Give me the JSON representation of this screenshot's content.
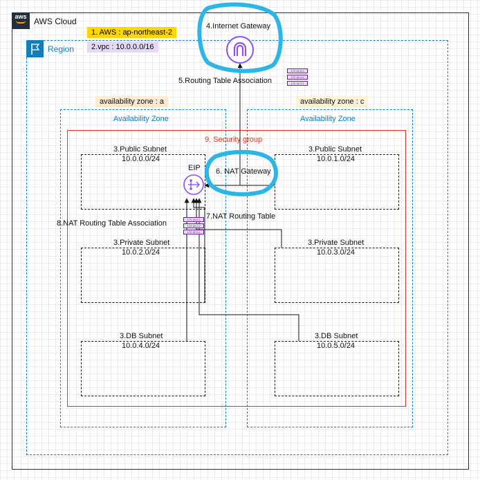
{
  "cloud": {
    "title": "AWS Cloud",
    "logo_text": "aws"
  },
  "tags": {
    "region_tag": "1. AWS : ap-northeast-2",
    "vpc_tag": "2.vpc : 10.0.0.0/16"
  },
  "region": {
    "title": "Region",
    "icon": "region-flag-icon"
  },
  "internet_gateway": {
    "label": "4.Internet Gateway",
    "icon": "internet-gateway-icon"
  },
  "routing_table_association": {
    "label": "5.Routing Table Association",
    "entries": [
      "172.16.0.0",
      "172.16.1.0",
      "172.16.2.0"
    ]
  },
  "zones": {
    "a": {
      "tag": "availability zone : a",
      "title": "Availability Zone"
    },
    "c": {
      "tag": "availability zone : c",
      "title": "Availability Zone"
    }
  },
  "security_group": {
    "title": "9. Security group"
  },
  "subnets": {
    "public_a": {
      "name": "3.Public Subnet",
      "cidr": "10.0.0.0/24"
    },
    "public_c": {
      "name": "3.Public Subnet",
      "cidr": "10.0.1.0/24"
    },
    "private_a": {
      "name": "3.Private Subnet",
      "cidr": "10.0.2.0/24"
    },
    "private_c": {
      "name": "3.Private Subnet",
      "cidr": "10.0.3.0/24"
    },
    "db_a": {
      "name": "3.DB Subnet",
      "cidr": "10.0.4.0/24"
    },
    "db_c": {
      "name": "3.DB Subnet",
      "cidr": "10.0.5.0/24"
    }
  },
  "eip": {
    "label": "EIP",
    "icon": "eip-icon"
  },
  "nat_gateway": {
    "label": "6. NAT Gateway"
  },
  "nat_routing_table": {
    "label": "7.NAT Routing Table",
    "entries": [
      "172.16.0.0",
      "172.16.1.0",
      "172.16.2.0"
    ]
  },
  "nat_routing_table_association": {
    "label": "8.NAT Routing Table Association"
  },
  "colors": {
    "aws_dark": "#232f3e",
    "region_blue": "#147eba",
    "security_red": "#dd3522",
    "highlight_cyan": "#2bb5e8",
    "gateway_purple": "#8c4fff",
    "region_tag_bg": "#ffd700",
    "vpc_tag_bg": "#e6d8f5"
  }
}
